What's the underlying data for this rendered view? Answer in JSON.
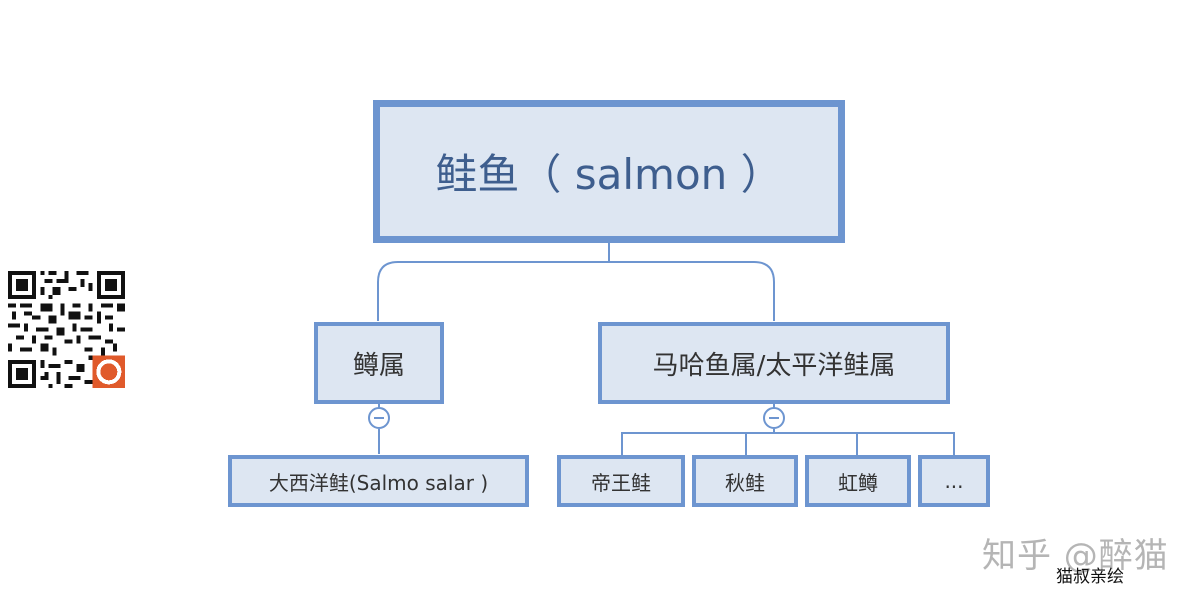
{
  "root": {
    "label": "鲑鱼（ salmon ）"
  },
  "groups": [
    {
      "label": "鳟属",
      "children": [
        "大西洋鲑(Salmo salar )"
      ]
    },
    {
      "label": "马哈鱼属/太平洋鲑属",
      "children": [
        "帝王鲑",
        "秋鲑",
        "虹鳟",
        "..."
      ]
    }
  ],
  "watermark": "知乎 @醉猫",
  "credit": "猫叔亲绘",
  "colors": {
    "border": "#6d95d0",
    "fill": "#dde6f2",
    "root_text": "#3e5e8e"
  },
  "icons": {
    "collapse": "minus-circle-icon",
    "qr": "qr-code"
  }
}
